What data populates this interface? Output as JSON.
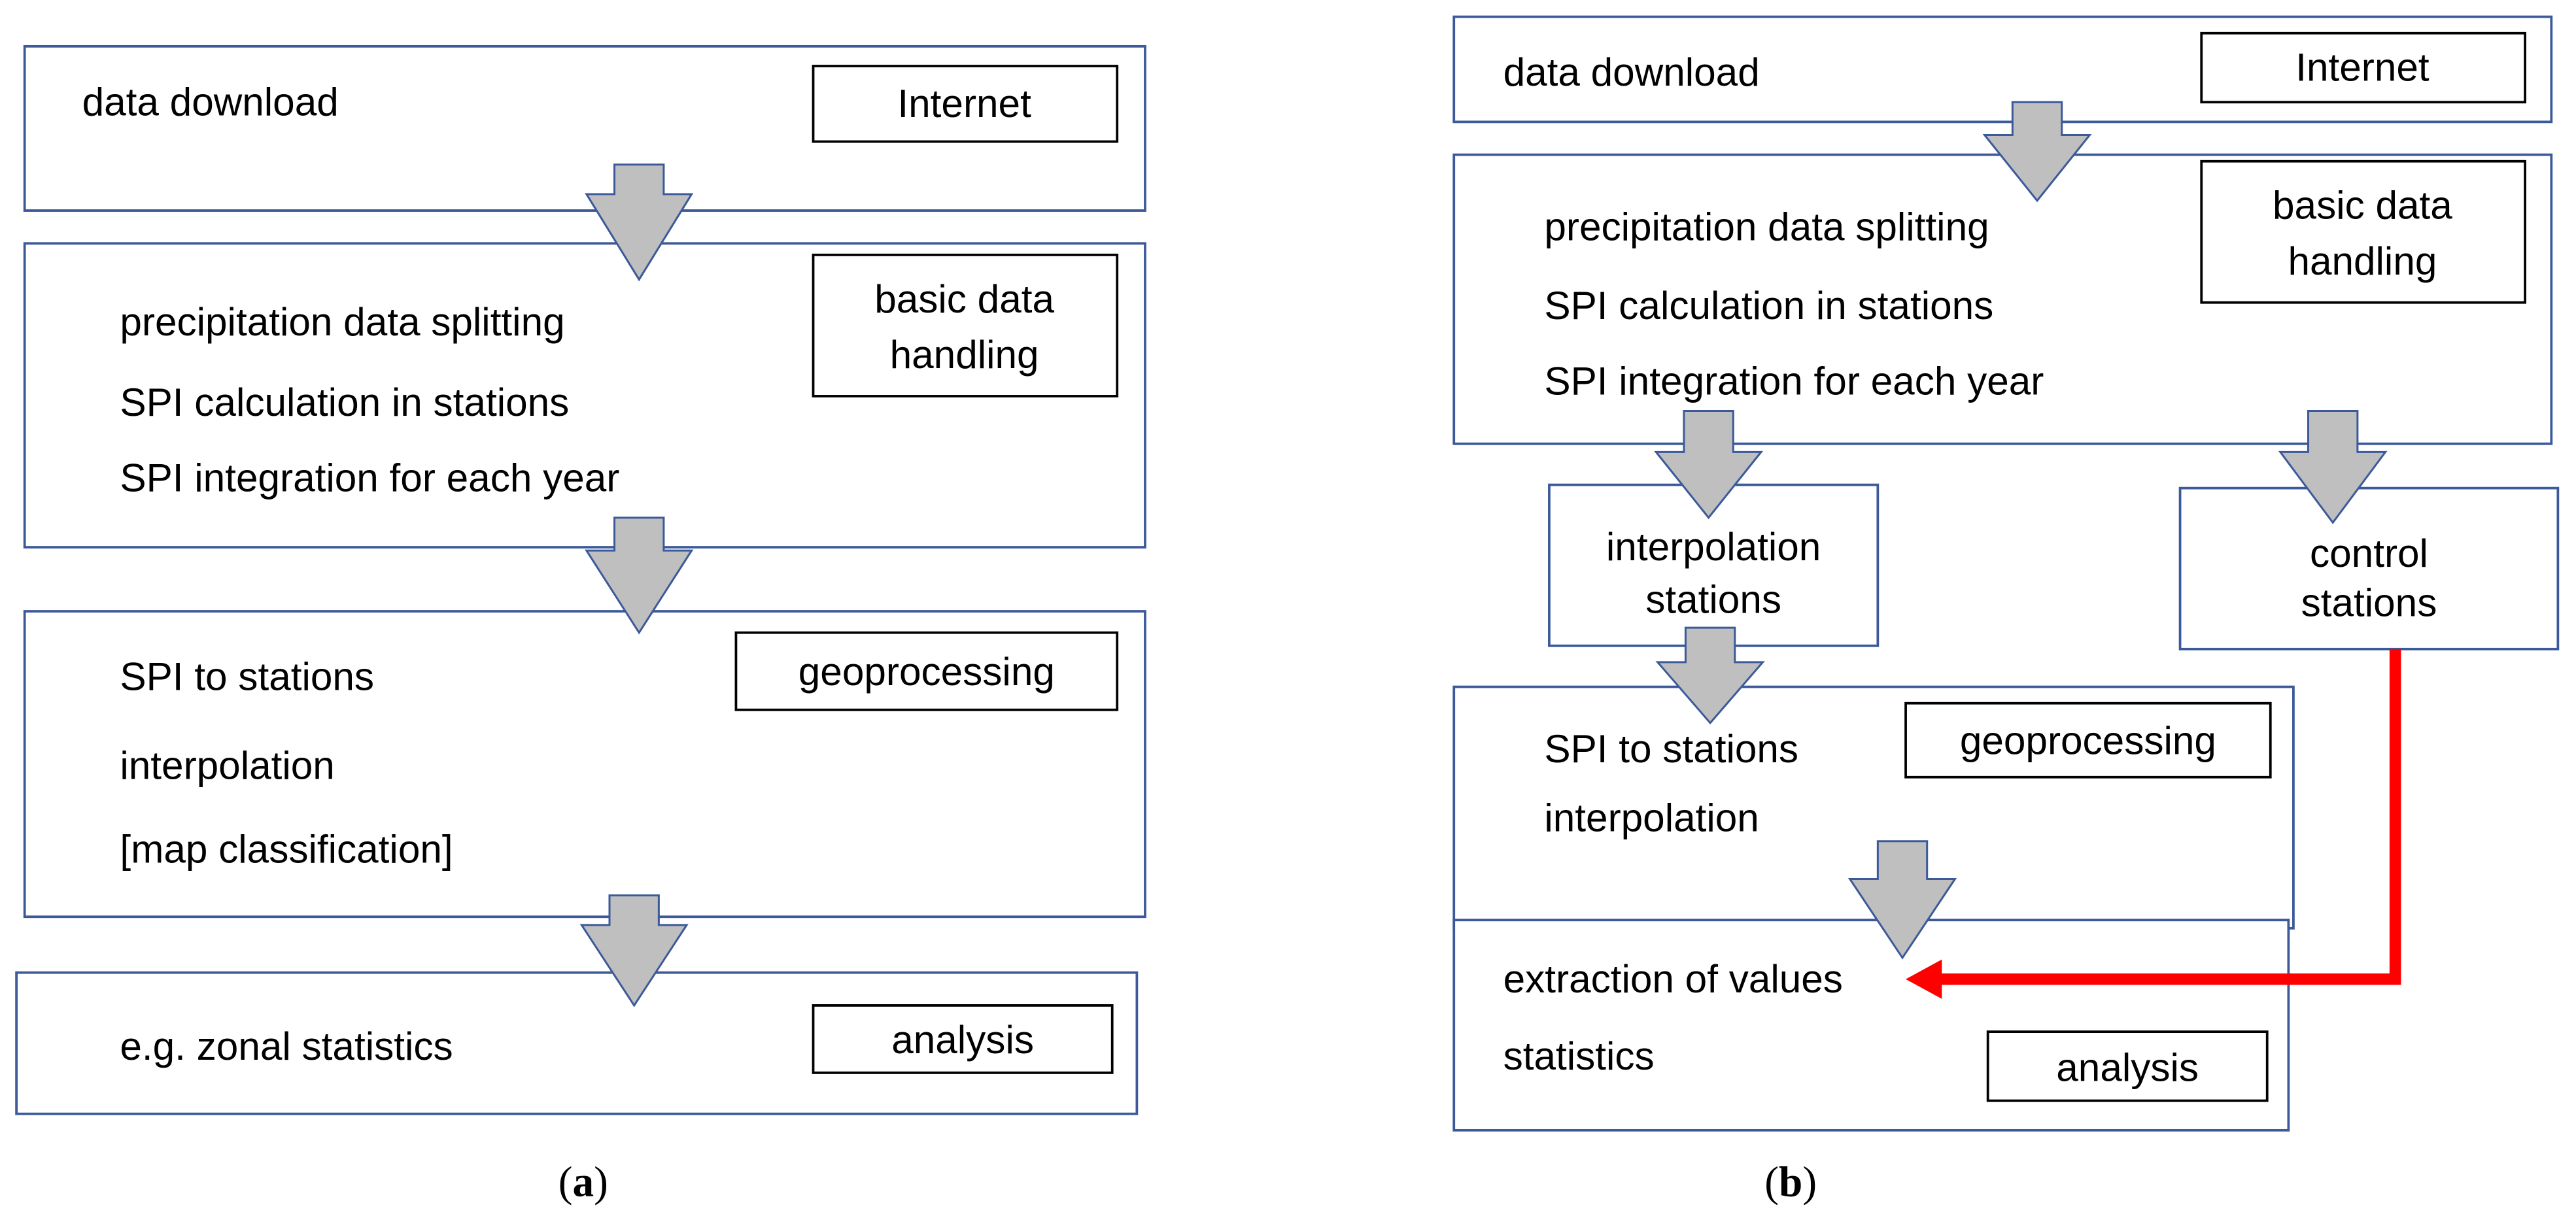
{
  "panel_a": {
    "caption_open": "(",
    "caption_letter": "a",
    "caption_close": ")",
    "download": {
      "text": "data download",
      "tag": "Internet"
    },
    "basic": {
      "lines": [
        "precipitation data splitting",
        "SPI calculation in stations",
        "SPI integration for each year"
      ],
      "tag": [
        "basic data",
        "handling"
      ]
    },
    "geo": {
      "lines": [
        "SPI to stations",
        "interpolation",
        "[map classification]"
      ],
      "tag": "geoprocessing"
    },
    "analysis": {
      "text": "e.g. zonal statistics",
      "tag": "analysis"
    }
  },
  "panel_b": {
    "caption_open": "(",
    "caption_letter": "b",
    "caption_close": ")",
    "download": {
      "text": "data download",
      "tag": "Internet"
    },
    "basic": {
      "lines": [
        "precipitation data splitting",
        "SPI calculation in stations",
        "SPI integration for each year"
      ],
      "tag": [
        "basic data",
        "handling"
      ]
    },
    "interp_stations": [
      "interpolation",
      "stations"
    ],
    "control_stations": [
      "control",
      "stations"
    ],
    "geo": {
      "lines": [
        "SPI to stations",
        "interpolation"
      ],
      "tag": "geoprocessing"
    },
    "analysis": {
      "lines": [
        "extraction of values",
        "statistics"
      ],
      "tag": "analysis"
    }
  },
  "colors": {
    "box_border": "#3c5a9a",
    "arrow_fill": "#bfbfbf",
    "control_link": "#ff0000"
  }
}
